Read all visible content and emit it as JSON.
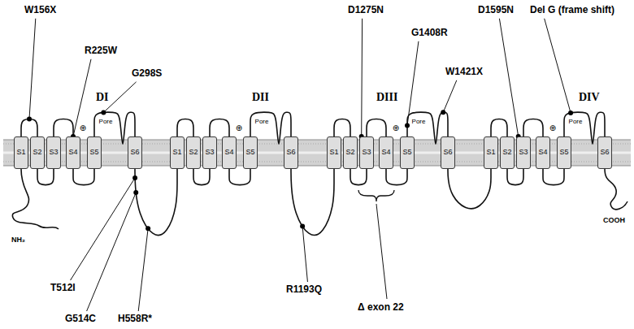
{
  "diagram": {
    "nodes": [
      {
        "text": [
          "S1"
        ]
      },
      {
        "text": [
          "S2"
        ]
      },
      {
        "text": [
          "S3"
        ]
      },
      {
        "text": [
          "S4"
        ]
      },
      {
        "text": [
          "S5"
        ]
      },
      {
        "text": [
          "S6"
        ]
      },
      {
        "text": [
          "S1"
        ]
      },
      {
        "text": [
          "S2"
        ]
      },
      {
        "text": [
          "S3"
        ]
      },
      {
        "text": [
          "S4"
        ]
      },
      {
        "text": [
          "S5"
        ]
      },
      {
        "text": [
          "S6"
        ]
      },
      {
        "text": [
          "S1"
        ]
      },
      {
        "text": [
          "S2"
        ]
      },
      {
        "text": [
          "S3"
        ]
      },
      {
        "text": [
          "S4"
        ]
      },
      {
        "text": [
          "S5"
        ]
      },
      {
        "text": [
          "S6"
        ]
      },
      {
        "text": [
          "S1"
        ]
      },
      {
        "text": [
          "S2"
        ]
      },
      {
        "text": [
          "S3"
        ]
      },
      {
        "text": [
          "S4"
        ]
      },
      {
        "text": [
          "S5"
        ]
      },
      {
        "text": [
          "S6"
        ]
      }
    ],
    "edges": [
      {
        "from": 0,
        "to": 1,
        "arrow": "none"
      },
      {
        "from": 1,
        "to": 2,
        "arrow": "none"
      },
      {
        "from": 2,
        "to": 3,
        "arrow": "none"
      },
      {
        "from": 3,
        "to": 4,
        "arrow": "none"
      },
      {
        "from": 4,
        "to": 5,
        "arrow": "none"
      },
      {
        "from": 5,
        "to": 6,
        "arrow": "none"
      },
      {
        "from": 6,
        "to": 7,
        "arrow": "none"
      },
      {
        "from": 7,
        "to": 8,
        "arrow": "none"
      },
      {
        "from": 8,
        "to": 9,
        "arrow": "none"
      },
      {
        "from": 9,
        "to": 10,
        "arrow": "none"
      },
      {
        "from": 10,
        "to": 11,
        "arrow": "none"
      },
      {
        "from": 11,
        "to": 12,
        "arrow": "none"
      },
      {
        "from": 12,
        "to": 13,
        "arrow": "none"
      },
      {
        "from": 13,
        "to": 14,
        "arrow": "none"
      },
      {
        "from": 14,
        "to": 15,
        "arrow": "none"
      },
      {
        "from": 15,
        "to": 16,
        "arrow": "none"
      },
      {
        "from": 16,
        "to": 17,
        "arrow": "none"
      },
      {
        "from": 17,
        "to": 18,
        "arrow": "none"
      },
      {
        "from": 18,
        "to": 19,
        "arrow": "none"
      },
      {
        "from": 19,
        "to": 20,
        "arrow": "none"
      },
      {
        "from": 20,
        "to": 21,
        "arrow": "none"
      },
      {
        "from": 21,
        "to": 22,
        "arrow": "none"
      },
      {
        "from": 22,
        "to": 23,
        "arrow": "none"
      }
    ],
    "labels": [
      "W156X",
      "R225W",
      "G298S",
      "DI",
      "⊕",
      "Pore",
      "DII",
      "⊕",
      "Pore",
      "D1275N",
      "DIII",
      "⊕",
      "Pore",
      "G1408R",
      "W1421X",
      "D1595N",
      "Del G (frame shift)",
      "DIV",
      "⊕",
      "Pore",
      "NH₂",
      "COOH",
      "T512I",
      "G514C",
      "H558R*",
      "R1193Q",
      "Δ exon 22"
    ]
  }
}
